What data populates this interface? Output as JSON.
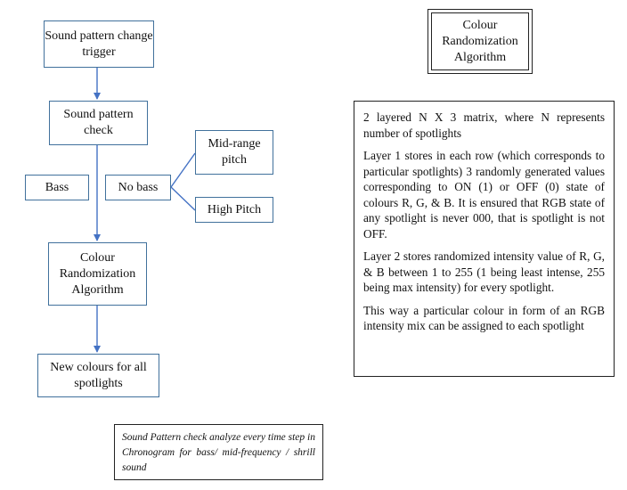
{
  "flowchart": {
    "nodes": {
      "trigger": "Sound pattern change trigger",
      "check": "Sound pattern check",
      "bass": "Bass",
      "no_bass": "No bass",
      "mid_range": "Mid-range pitch",
      "high_pitch": "High Pitch",
      "algorithm": "Colour Randomization Algorithm",
      "output": "New colours for all spotlights"
    },
    "colors": {
      "node_border": "#41719c",
      "connector": "#4472c4"
    }
  },
  "title_box": {
    "text": "Colour Randomization Algorithm"
  },
  "description": {
    "paragraphs": [
      "2 layered N X 3 matrix, where N represents number of spotlights",
      "Layer 1 stores in each row (which corresponds to particular spotlights) 3 randomly generated values corresponding to ON (1) or OFF (0) state of colours R, G, & B. It is ensured that RGB state of any spotlight is never 000, that is spotlight is not OFF.",
      "Layer 2 stores randomized intensity value of R, G, & B between 1 to 255 (1 being least intense, 255 being max intensity) for every spotlight.",
      "This way a particular colour in form of an RGB intensity mix can be assigned to each spotlight"
    ]
  },
  "note": {
    "text": "Sound Pattern check analyze every time step in Chronogram for bass/ mid-frequency / shrill sound"
  }
}
